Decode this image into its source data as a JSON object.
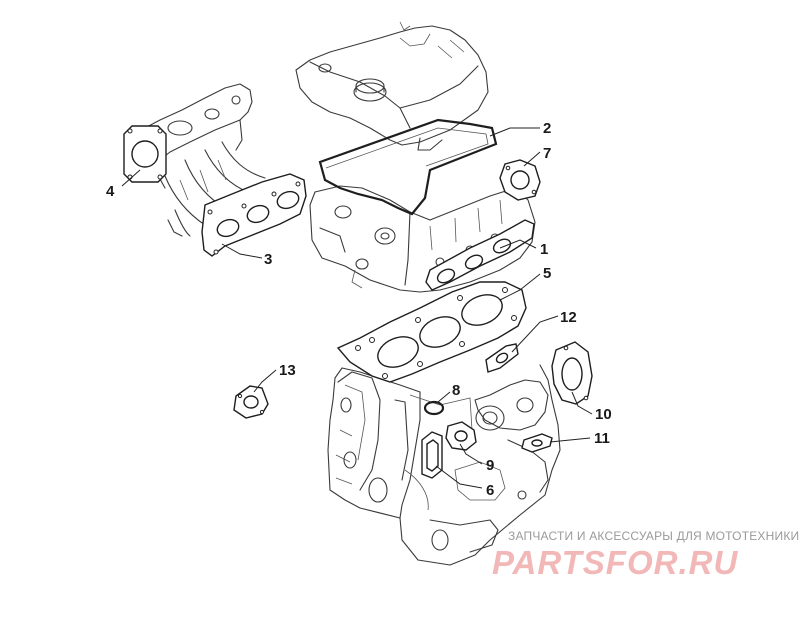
{
  "diagram": {
    "callouts": [
      {
        "id": "1",
        "label": "1"
      },
      {
        "id": "2",
        "label": "2"
      },
      {
        "id": "3",
        "label": "3"
      },
      {
        "id": "4",
        "label": "4"
      },
      {
        "id": "5",
        "label": "5"
      },
      {
        "id": "6",
        "label": "6"
      },
      {
        "id": "7",
        "label": "7"
      },
      {
        "id": "8",
        "label": "8"
      },
      {
        "id": "9",
        "label": "9"
      },
      {
        "id": "10",
        "label": "10"
      },
      {
        "id": "11",
        "label": "11"
      },
      {
        "id": "12",
        "label": "12"
      },
      {
        "id": "13",
        "label": "13"
      }
    ]
  },
  "watermark": {
    "tagline": "ЗАПЧАСТИ И АКСЕССУАРЫ ДЛЯ МОТОТЕХНИКИ",
    "logo": "PARTSFOR.RU",
    "logo_color": "#f2b7b7"
  }
}
